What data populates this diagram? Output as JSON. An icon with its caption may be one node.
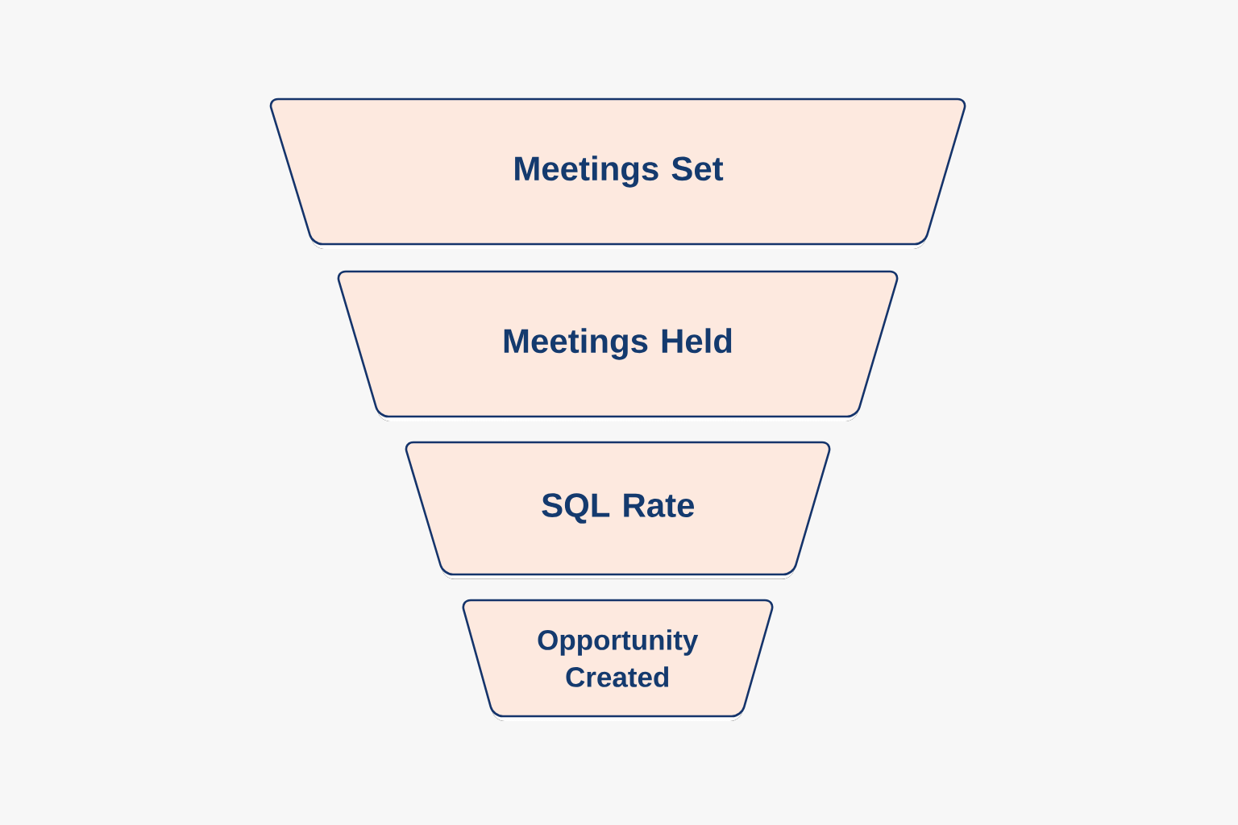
{
  "diagram": {
    "nodes": [
      {
        "text": [
          "Meetings Set"
        ]
      },
      {
        "text": [
          "Meetings Held"
        ]
      },
      {
        "text": [
          "SQL Rate"
        ]
      },
      {
        "text": [
          "Opportunity Created"
        ]
      }
    ]
  }
}
